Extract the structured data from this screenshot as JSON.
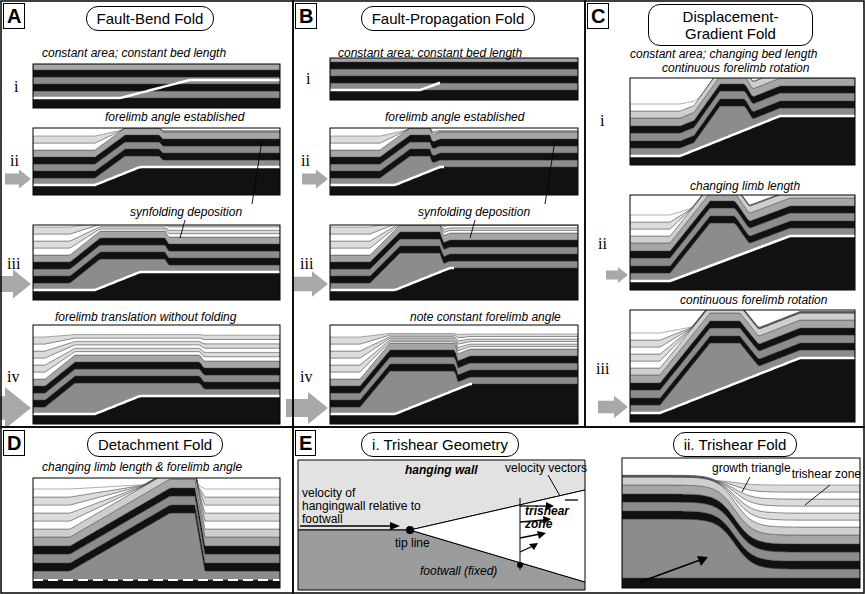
{
  "diagram": {
    "nodes": [
      {
        "text": [
          "A"
        ]
      },
      {
        "text": [
          "Fault-Bend Fold"
        ]
      },
      {
        "text": [
          "B"
        ]
      },
      {
        "text": [
          "Fault-Propagation Fold"
        ]
      },
      {
        "text": [
          "C"
        ]
      },
      {
        "text": [
          "Displacement-Gradient Fold"
        ]
      },
      {
        "text": [
          "D"
        ]
      },
      {
        "text": [
          "Detachment Fold"
        ]
      },
      {
        "text": [
          "E"
        ]
      },
      {
        "text": [
          "i. Trishear Geometry"
        ]
      },
      {
        "text": [
          "ii. Trishear Fold"
        ]
      }
    ],
    "labels": [
      "constant area; constant bed length",
      "i",
      "forelimb angle established",
      "ii",
      "synfolding deposition",
      "iii",
      "forelimb translation without folding",
      "iv",
      "constant area; constant bed length",
      "i",
      "forelimb angle established",
      "ii",
      "synfolding deposition",
      "iii",
      "note constant forelimb angle",
      "iv",
      "constant area; changing bed length",
      "continuous forelimb rotation",
      "i",
      "changing limb length",
      "ii",
      "continuous forelimb rotation",
      "iii",
      "changing limb length & forelimb angle",
      "hanging wall",
      "velocity vectors",
      "velocity of hangingwall relative to footwall",
      "tip line",
      "trishear zone",
      "footwall (fixed)",
      "growth triangle",
      "trishear zone"
    ]
  }
}
